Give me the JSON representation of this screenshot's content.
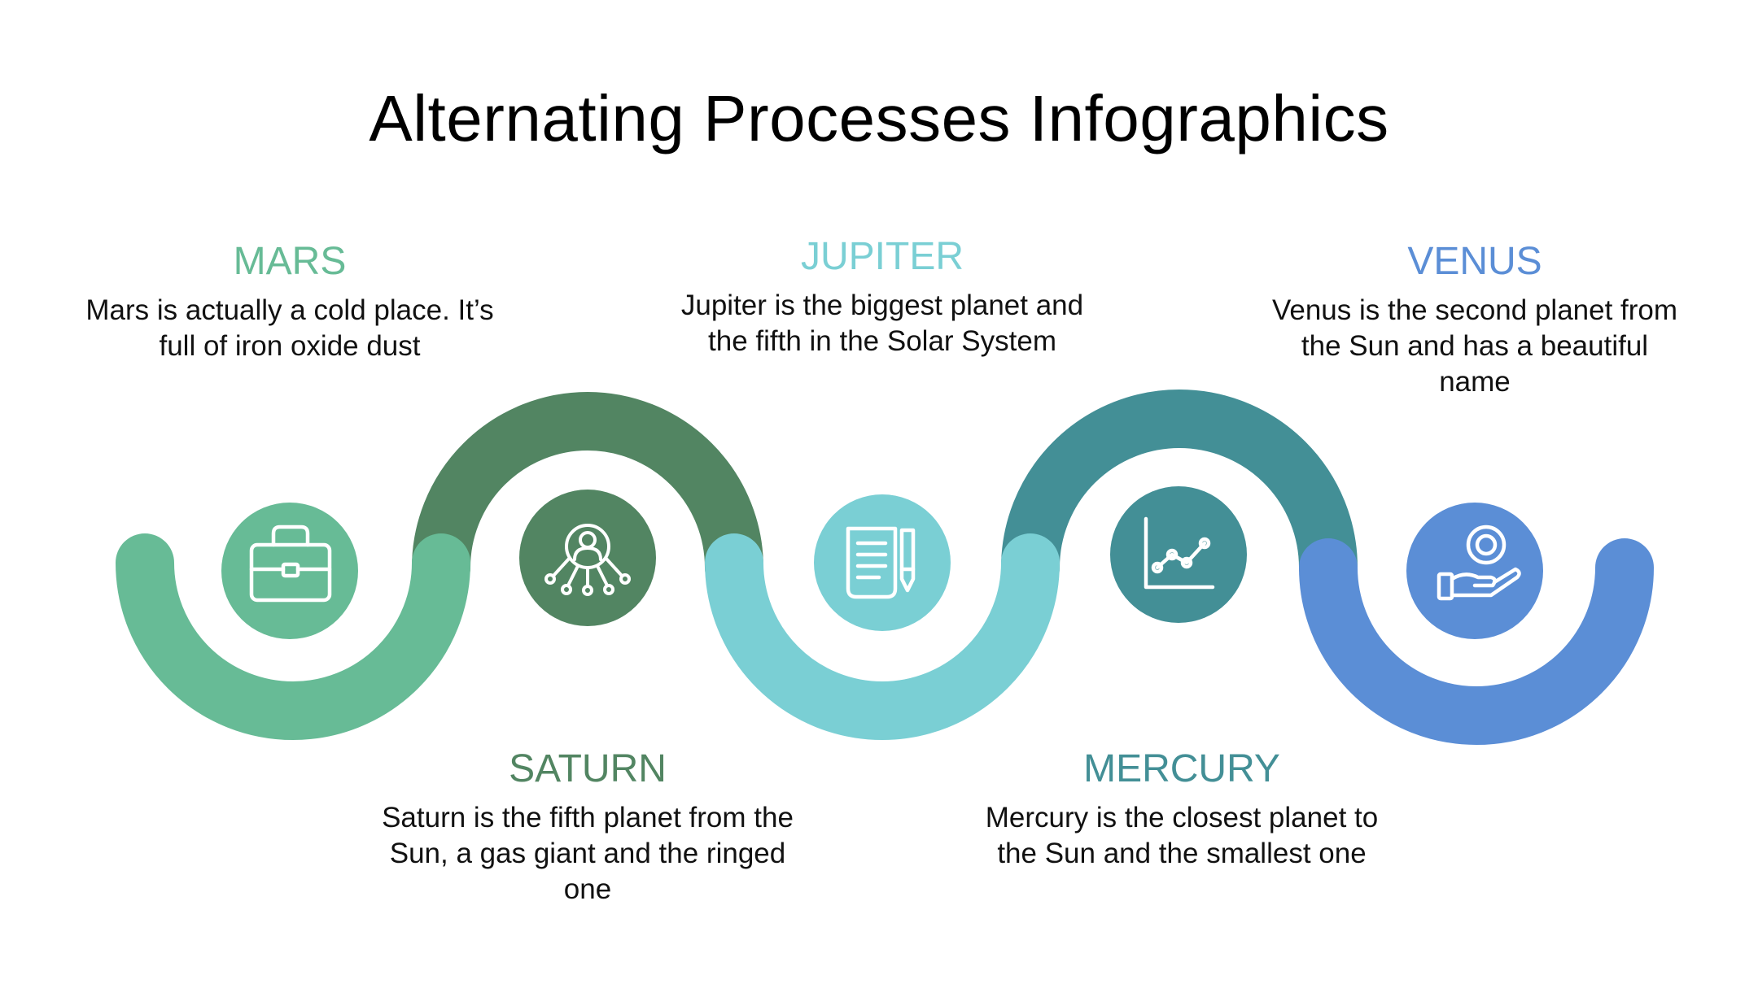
{
  "title": "Alternating Processes Infographics",
  "steps": [
    {
      "heading": "MARS",
      "description": "Mars is actually a cold place. It’s full of iron oxide dust",
      "color": "#67bb96",
      "icon": "briefcase-icon",
      "arc": "down",
      "label_position": "top"
    },
    {
      "heading": "SATURN",
      "description": "Saturn is the fifth planet from the Sun, a gas giant and the ringed one",
      "color": "#528562",
      "icon": "user-network-icon",
      "arc": "up",
      "label_position": "bottom"
    },
    {
      "heading": "JUPITER",
      "description": "Jupiter is the biggest planet and the fifth in the Solar System",
      "color": "#7acfd4",
      "icon": "document-pencil-icon",
      "arc": "down",
      "label_position": "top"
    },
    {
      "heading": "MERCURY",
      "description": "Mercury is the closest planet to the Sun and the smallest one",
      "color": "#438f96",
      "icon": "line-chart-icon",
      "arc": "up",
      "label_position": "bottom"
    },
    {
      "heading": "VENUS",
      "description": "Venus is the second planet from the Sun and has a beautiful name",
      "color": "#5b8ed6",
      "icon": "hand-coin-icon",
      "arc": "down",
      "label_position": "top"
    }
  ]
}
